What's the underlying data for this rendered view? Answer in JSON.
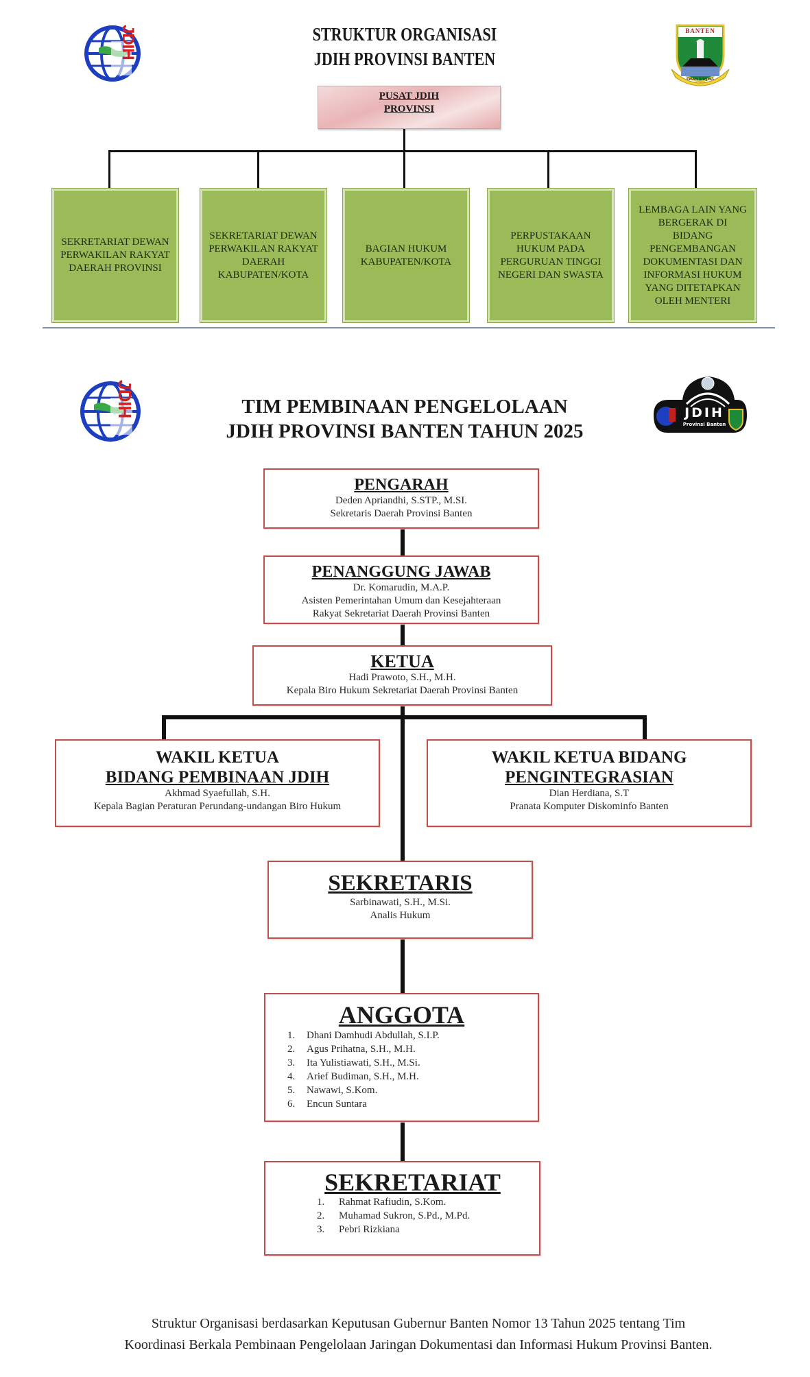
{
  "top_section": {
    "title_line1": "STRUKTUR ORGANISASI",
    "title_line2": "JDIH PROVINSI BANTEN",
    "left_logo_text": "JDIH",
    "right_logo_text_top": "BANTEN",
    "right_logo_text_bottom": "IMAN TAQWA",
    "root": {
      "line1": "PUSAT JDIH",
      "line2": "PROVINSI"
    },
    "members": [
      "SEKRETARIAT DEWAN PERWAKILAN RAKYAT DAERAH PROVINSI",
      "SEKRETARIAT DEWAN PERWAKILAN RAKYAT DAERAH KABUPATEN/KOTA",
      "BAGIAN HUKUM KABUPATEN/KOTA",
      "PERPUSTAKAAN HUKUM PADA PERGURUAN TINGGI NEGERI DAN SWASTA",
      "LEMBAGA LAIN YANG BERGERAK DI BIDANG PENGEMBANGAN DOKUMENTASI DAN INFORMASI HUKUM YANG DITETAPKAN OLEH MENTERI"
    ],
    "colors": {
      "member_fill": "#9bbb59",
      "root_fill": "#e9b4b6"
    }
  },
  "bottom_section": {
    "title_line1": "TIM PEMBINAAN PENGELOLAAN",
    "title_line2": "JDIH PROVINSI BANTEN TAHUN 2025",
    "left_logo_text": "JDIH",
    "right_logo_text": "JDIH",
    "right_logo_subtext": "Provinsi Banten",
    "pengarah": {
      "title": "PENGARAH",
      "name": "Deden Apriandhi, S.STP., M.SI.",
      "position": "Sekretaris Daerah Provinsi Banten"
    },
    "penanggung_jawab": {
      "title": "PENANGGUNG JAWAB",
      "name": "Dr. Komarudin, M.A.P.",
      "position_line1": "Asisten Pemerintahan Umum dan Kesejahteraan",
      "position_line2": "Rakyat  Sekretariat Daerah Provinsi Banten"
    },
    "ketua": {
      "title": "KETUA",
      "name": "Hadi Prawoto, S.H., M.H.",
      "position": "Kepala Biro Hukum Sekretariat Daerah Provinsi Banten"
    },
    "wakil_ketua_1": {
      "title_line1": "WAKIL KETUA",
      "title_line2": "BIDANG PEMBINAAN JDIH",
      "name": "Akhmad Syaefullah, S.H.",
      "position": "Kepala Bagian Peraturan Perundang-undangan Biro Hukum"
    },
    "wakil_ketua_2": {
      "title_line1": "WAKIL KETUA BIDANG",
      "title_line2": "PENGINTEGRASIAN",
      "name": "Dian Herdiana, S.T",
      "position": "Pranata Komputer Diskominfo Banten"
    },
    "sekretaris": {
      "title": "SEKRETARIS",
      "name": "Sarbinawati, S.H., M.Si.",
      "position": "Analis Hukum"
    },
    "anggota": {
      "title": "ANGGOTA",
      "items": [
        {
          "num": "1.",
          "name": "Dhani Damhudi Abdullah, S.I.P."
        },
        {
          "num": "2.",
          "name": "Agus Prihatna, S.H., M.H."
        },
        {
          "num": "3.",
          "name": "Ita Yulistiawati, S.H., M.Si."
        },
        {
          "num": "4.",
          "name": "Arief Budiman, S.H., M.H."
        },
        {
          "num": "5.",
          "name": "Nawawi, S.Kom."
        },
        {
          "num": "6.",
          "name": "Encun Suntara"
        }
      ]
    },
    "sekretariat": {
      "title": "SEKRETARIAT",
      "items": [
        {
          "num": "1.",
          "name": "Rahmat Rafiudin, S.Kom."
        },
        {
          "num": "2.",
          "name": "Muhamad Sukron, S.Pd., M.Pd."
        },
        {
          "num": "3.",
          "name": "Pebri Rizkiana"
        }
      ]
    },
    "colors": {
      "box_border": "#c0504d"
    }
  },
  "footer": {
    "line1": "Struktur Organisasi berdasarkan Keputusan Gubernur Banten Nomor  13 Tahun 2025 tentang Tim",
    "line2": "Koordinasi Berkala Pembinaan Pengelolaan Jaringan Dokumentasi dan Informasi Hukum Provinsi Banten."
  }
}
